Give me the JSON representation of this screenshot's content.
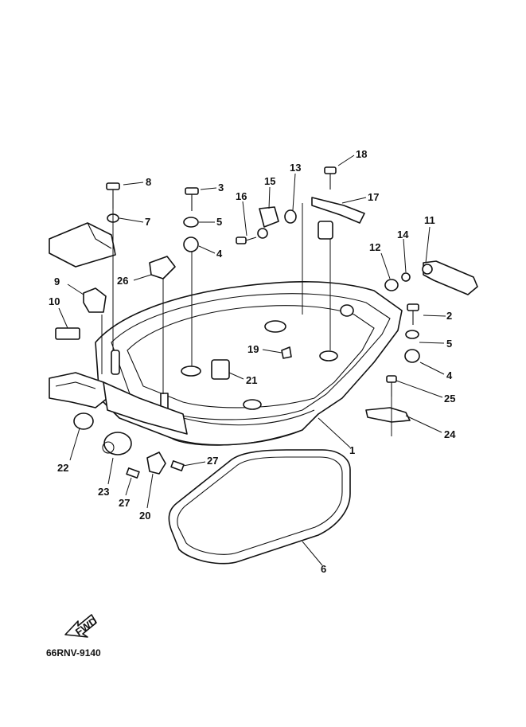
{
  "diagram": {
    "part_numbers": [
      "1",
      "2",
      "3",
      "4",
      "4",
      "5",
      "5",
      "6",
      "7",
      "8",
      "9",
      "10",
      "11",
      "12",
      "13",
      "14",
      "15",
      "16",
      "17",
      "18",
      "19",
      "20",
      "21",
      "22",
      "23",
      "24",
      "25",
      "26",
      "27",
      "27"
    ],
    "fwd_label": "FWD",
    "drawing_code": "66RNV-9140"
  }
}
